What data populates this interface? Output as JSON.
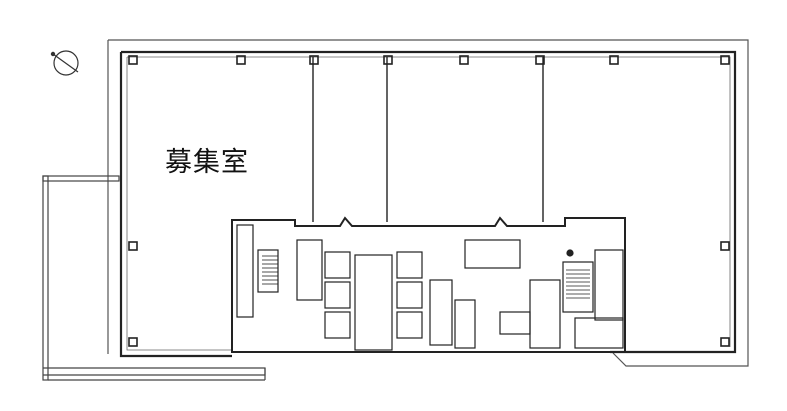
{
  "floorplan": {
    "vacant_room_label": "募集室",
    "compass": {
      "name": "north-arrow"
    },
    "colors": {
      "wall": "#222222",
      "thin_line": "#555555",
      "background": "#ffffff"
    },
    "areas": [
      {
        "id": "office-west",
        "label": "募集室",
        "status": "vacant"
      },
      {
        "id": "office-center-1",
        "label": ""
      },
      {
        "id": "office-center-2",
        "label": ""
      },
      {
        "id": "office-east",
        "label": ""
      },
      {
        "id": "core",
        "label": ""
      },
      {
        "id": "balcony-west",
        "label": ""
      }
    ]
  }
}
